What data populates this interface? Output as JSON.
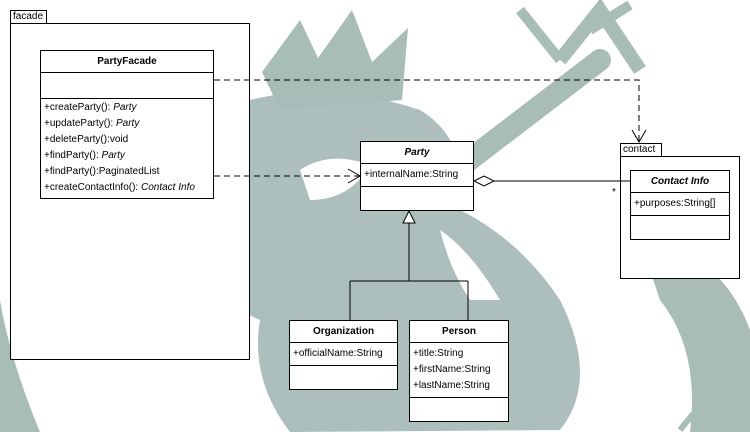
{
  "colors": {
    "watermark": "#a8bcb8",
    "line": "#000000",
    "background": "#ffffff"
  },
  "watermark": {
    "icon": "crowned-figure-with-trident-logo"
  },
  "packages": {
    "facade": {
      "label": "facade"
    },
    "contact": {
      "label": "contact"
    }
  },
  "classes": {
    "party_facade": {
      "name": "PartyFacade",
      "operations": [
        {
          "prefix": "+createParty(): ",
          "type": "Party"
        },
        {
          "prefix": "+updateParty(): ",
          "type": "Party"
        },
        {
          "prefix": "+deleteParty():void",
          "type": ""
        },
        {
          "prefix": "+findParty(): ",
          "type": "Party"
        },
        {
          "prefix": "+findParty():PaginatedList",
          "type": ""
        },
        {
          "prefix": "+createContactInfo(): ",
          "type": "Contact Info"
        }
      ]
    },
    "party": {
      "name": "Party",
      "attributes": [
        "+internalName:String"
      ]
    },
    "contact_info": {
      "name": "Contact Info",
      "attributes": [
        "+purposes:String[]"
      ]
    },
    "organization": {
      "name": "Organization",
      "attributes": [
        "+officialName:String"
      ]
    },
    "person": {
      "name": "Person",
      "attributes": [
        "+title:String",
        "+firstName:String",
        "+lastName:String"
      ]
    }
  },
  "associations": {
    "party_contact_multiplicity": "*"
  }
}
